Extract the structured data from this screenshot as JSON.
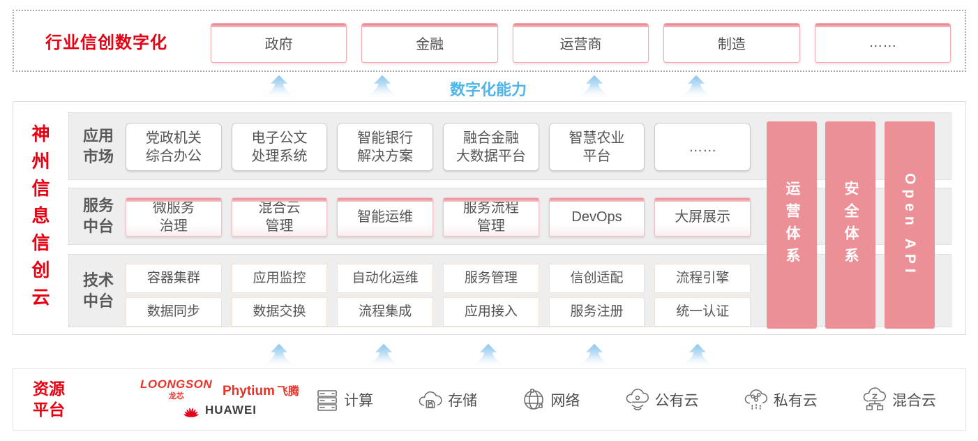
{
  "top_section": {
    "title": "行业信创数字化",
    "industries": [
      "政府",
      "金融",
      "运营商",
      "制造",
      "……"
    ]
  },
  "capability_band": {
    "label": "数字化能力"
  },
  "platform": {
    "title": "神州信息信创云",
    "rows": [
      {
        "label": "应用\n市场",
        "items": [
          "党政机关\n综合办公",
          "电子公文\n处理系统",
          "智能银行\n解决方案",
          "融合金融\n大数据平台",
          "智慧农业\n平台",
          "……"
        ]
      },
      {
        "label": "服务\n中台",
        "items": [
          "微服务\n治理",
          "混合云\n管理",
          "智能运维",
          "服务流程\n管理",
          "DevOps",
          "大屏展示"
        ]
      },
      {
        "label": "技术\n中台",
        "items_top": [
          "容器集群",
          "应用监控",
          "自动化运维",
          "服务管理",
          "信创适配",
          "流程引擎"
        ],
        "items_bottom": [
          "数据同步",
          "数据交换",
          "流程集成",
          "应用接入",
          "服务注册",
          "统一认证"
        ]
      }
    ],
    "pillars": [
      "运营体系",
      "安全体系",
      "Open API"
    ]
  },
  "resources": {
    "title": "资源\n平台",
    "vendors": {
      "loongson": "LOONGSON",
      "loongson_cn": "龙芯",
      "phytium": "Phytium",
      "phytium_cn": "飞腾",
      "huawei": "HUAWEI"
    },
    "items": [
      {
        "icon": "server-icon",
        "label": "计算"
      },
      {
        "icon": "storage-cloud-icon",
        "label": "存储"
      },
      {
        "icon": "network-globe-icon",
        "label": "网络"
      },
      {
        "icon": "public-cloud-icon",
        "label": "公有云"
      },
      {
        "icon": "private-cloud-icon",
        "label": "私有云"
      },
      {
        "icon": "hybrid-cloud-icon",
        "label": "混合云"
      }
    ]
  },
  "colors": {
    "brand_red": "#e60012",
    "pillar_pink": "#ec8f96",
    "accent_blue": "#4fb4e8"
  }
}
